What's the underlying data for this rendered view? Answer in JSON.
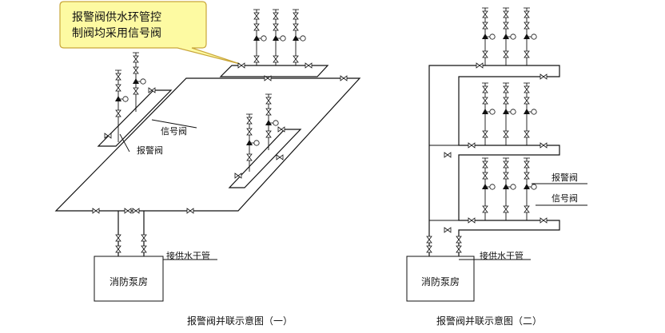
{
  "callout": {
    "line1": "报警阀供水环管控",
    "line2": "制阀均采用信号阀"
  },
  "left": {
    "label_signal_valve": "信号阀",
    "label_alarm_valve": "报警阀",
    "label_supply": "接供水干管",
    "pump_room": "消防泵房",
    "caption": "报警阀并联示意图（一）"
  },
  "right": {
    "label_alarm_valve": "报警阀",
    "label_signal_valve": "信号阀",
    "label_supply": "接供水干管",
    "pump_room": "消防泵房",
    "caption": "报警阀并联示意图（二）"
  }
}
